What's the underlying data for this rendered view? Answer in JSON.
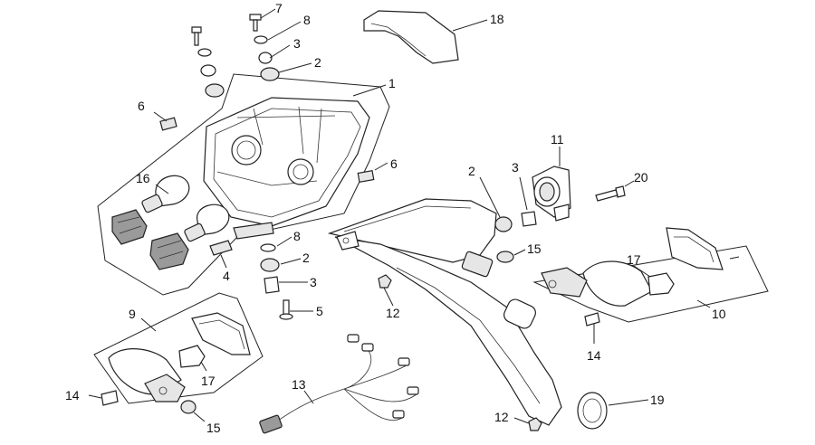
{
  "diagram": {
    "callouts": [
      {
        "id": "c7a",
        "label": "7"
      },
      {
        "id": "c8a",
        "label": "8"
      },
      {
        "id": "c3a",
        "label": "3"
      },
      {
        "id": "c2a",
        "label": "2"
      },
      {
        "id": "c18",
        "label": "18"
      },
      {
        "id": "c1",
        "label": "1"
      },
      {
        "id": "c6a",
        "label": "6"
      },
      {
        "id": "c16",
        "label": "16"
      },
      {
        "id": "c6b",
        "label": "6"
      },
      {
        "id": "c11",
        "label": "11"
      },
      {
        "id": "c2b",
        "label": "2"
      },
      {
        "id": "c3b",
        "label": "3"
      },
      {
        "id": "c20",
        "label": "20"
      },
      {
        "id": "c8b",
        "label": "8"
      },
      {
        "id": "c2c",
        "label": "2"
      },
      {
        "id": "c15a",
        "label": "15"
      },
      {
        "id": "c4",
        "label": "4"
      },
      {
        "id": "c3c",
        "label": "3"
      },
      {
        "id": "c17a",
        "label": "17"
      },
      {
        "id": "c9",
        "label": "9"
      },
      {
        "id": "c5",
        "label": "5"
      },
      {
        "id": "c12a",
        "label": "12"
      },
      {
        "id": "c10",
        "label": "10"
      },
      {
        "id": "c14a",
        "label": "14"
      },
      {
        "id": "c17b",
        "label": "17"
      },
      {
        "id": "c13",
        "label": "13"
      },
      {
        "id": "c14b",
        "label": "14"
      },
      {
        "id": "c15b",
        "label": "15"
      },
      {
        "id": "c19",
        "label": "19"
      },
      {
        "id": "c12b",
        "label": "12"
      }
    ]
  }
}
